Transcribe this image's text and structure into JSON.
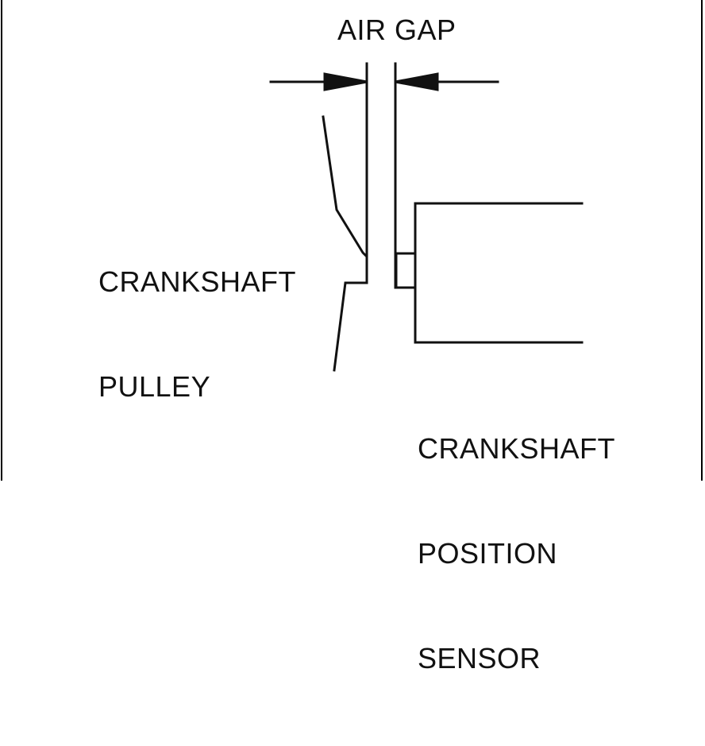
{
  "labels": {
    "air_gap": "AIR GAP",
    "crankshaft_pulley": {
      "line1": "CRANKSHAFT",
      "line2": "PULLEY"
    },
    "crankshaft_position_sensor": {
      "line1": "CRANKSHAFT",
      "line2": "POSITION",
      "line3": "SENSOR"
    }
  },
  "colors": {
    "ink": "#111111",
    "background": "#ffffff"
  }
}
